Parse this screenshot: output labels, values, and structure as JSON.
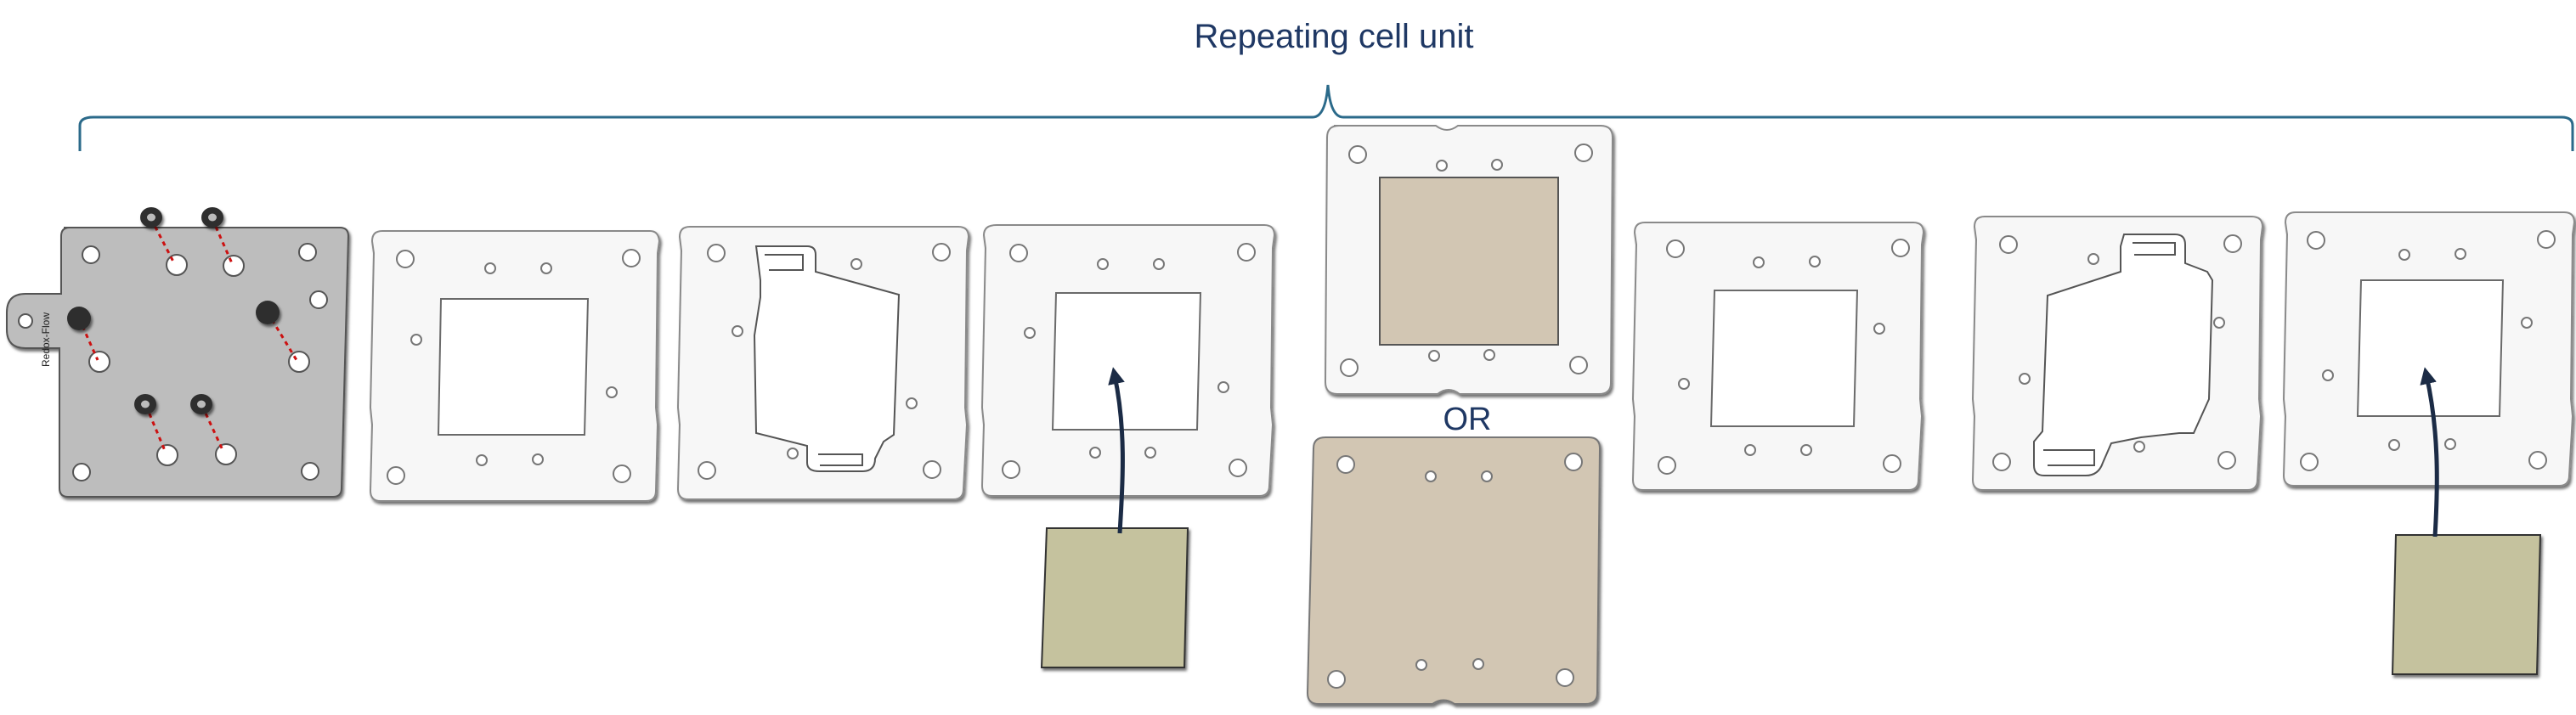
{
  "title": "Repeating cell unit",
  "or_label": "OR",
  "endplate_logo": "Redox-Flow",
  "colors": {
    "title_text": "#1f3864",
    "brace": "#2b6a8a",
    "endplate": "#bdbdbd",
    "frame": "#f6f6f6",
    "frame_stroke": "#8a8a8a",
    "membrane": "#d2c6b3",
    "felt": "#c5c29e",
    "arrow": "#1b2b45",
    "seal_line": "#cc1111",
    "oring": "#2f2f2f"
  }
}
